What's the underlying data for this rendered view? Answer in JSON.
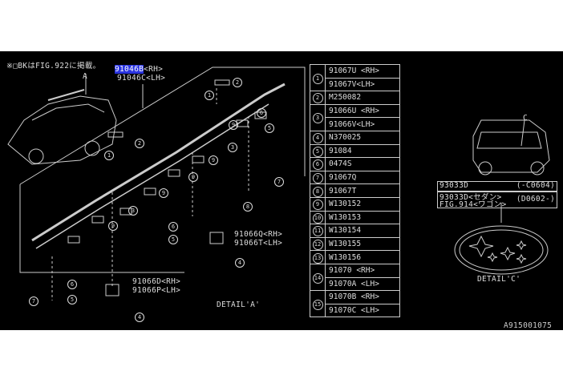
{
  "header": {
    "note": "※□BKはFIG.922に掲載。",
    "part_rh_highlight": "91046B",
    "part_rh_suffix": "<RH>",
    "part_lh": "91046C<LH>"
  },
  "diagram": {
    "label_a": "A",
    "label_c": "C",
    "detail_a": "DETAIL'A'",
    "detail_c": "DETAIL'C'",
    "callout_labels": [
      "91066Q<RH>",
      "91066T<LH>",
      "91066D<RH>",
      "91066P<LH>"
    ],
    "callouts": [
      "1",
      "2",
      "1",
      "2",
      "3",
      "3",
      "5",
      "6",
      "7",
      "8",
      "9",
      "9",
      "9",
      "9",
      "9",
      "4",
      "6",
      "5",
      "7",
      "6",
      "5",
      "4"
    ]
  },
  "parts_table": {
    "rows": [
      {
        "num": "1",
        "parts": [
          "91067U <RH>",
          "91067V<LH>"
        ]
      },
      {
        "num": "2",
        "parts": [
          "M250082"
        ]
      },
      {
        "num": "3",
        "parts": [
          "91066U <RH>",
          "91066V<LH>"
        ]
      },
      {
        "num": "4",
        "parts": [
          "N370025"
        ]
      },
      {
        "num": "5",
        "parts": [
          "91084"
        ]
      },
      {
        "num": "6",
        "parts": [
          "0474S"
        ]
      },
      {
        "num": "7",
        "parts": [
          "91067Q"
        ]
      },
      {
        "num": "8",
        "parts": [
          "91067T"
        ]
      },
      {
        "num": "9",
        "parts": [
          "W130152"
        ]
      },
      {
        "num": "10",
        "parts": [
          "W130153"
        ]
      },
      {
        "num": "11",
        "parts": [
          "W130154"
        ]
      },
      {
        "num": "12",
        "parts": [
          "W130155"
        ]
      },
      {
        "num": "13",
        "parts": [
          "W130156"
        ]
      },
      {
        "num": "14",
        "parts": [
          "91070  <RH>",
          "91070A <LH>"
        ]
      },
      {
        "num": "15",
        "parts": [
          "91070B <RH>",
          "91070C <LH>"
        ]
      }
    ]
  },
  "emblem_box": {
    "row1_part": "93033D",
    "row1_range": "(-C0604)",
    "row2_line1": "93033D<セダン>",
    "row2_line2": "FIG.914<ワゴン>",
    "row2_range": "(D0602-)"
  },
  "footer": {
    "figure_id": "A915001075"
  }
}
